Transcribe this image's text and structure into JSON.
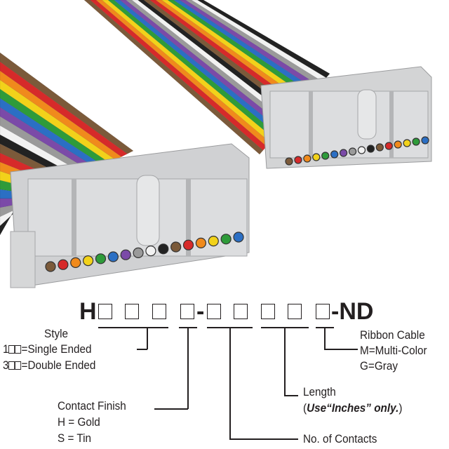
{
  "part_number": {
    "prefix": "H",
    "dash": "-",
    "suffix": "-ND"
  },
  "style": {
    "title": "Style",
    "single_prefix": "1",
    "single": "=Single Ended",
    "double_prefix": "3",
    "double": "=Double Ended"
  },
  "contact_finish": {
    "title": "Contact Finish",
    "gold": "H = Gold",
    "tin": "S = Tin"
  },
  "contacts": {
    "title": "No. of Contacts"
  },
  "length": {
    "title": "Length",
    "open": "(",
    "note": "Use“Inches” only.",
    "close": ")"
  },
  "ribbon": {
    "title": "Ribbon Cable",
    "multi": "M=Multi-Color",
    "gray": "G=Gray"
  },
  "wire_colors": [
    "#7b5a3a",
    "#d62a2a",
    "#f08a1c",
    "#f2d21a",
    "#2e9b3a",
    "#2b6fc4",
    "#7b4aa8",
    "#9a9a9a",
    "#f2f2f2",
    "#222222"
  ],
  "connector_color": "#d9dadb"
}
